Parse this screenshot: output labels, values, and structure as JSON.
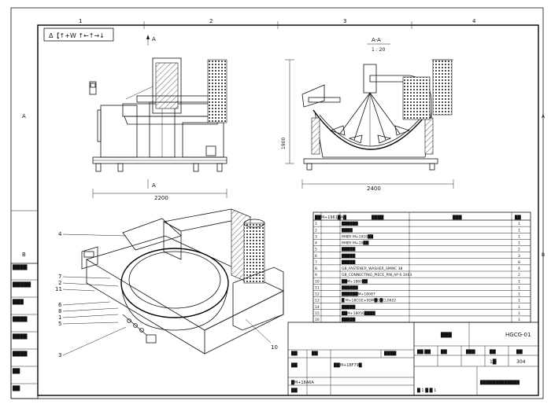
{
  "grid": {
    "top": [
      "1",
      "2",
      "3",
      "4"
    ],
    "left": [
      "A",
      "B"
    ],
    "right": [
      "A",
      "B"
    ]
  },
  "top_note": "Δ【↑+W ↑←↑→↓",
  "views": {
    "front": {
      "section_a_top": "A",
      "section_a_bottom": "A",
      "width_dim": "2200"
    },
    "side": {
      "section_title": "A-A",
      "scale": "1 : 20",
      "height_dim": "1900",
      "width_dim": "2400"
    }
  },
  "leaders": [
    "4",
    "7",
    "2",
    "11",
    "6",
    "8",
    "1",
    "5",
    "3",
    "10"
  ],
  "left_strip": [
    "████",
    "█████",
    "███",
    "████",
    "████",
    "████",
    "██",
    "██"
  ],
  "bom": {
    "headers": [
      "██M+1961█A█",
      "████",
      "███",
      "██"
    ],
    "rows": [
      [
        "1",
        "██████",
        "1"
      ],
      [
        "2",
        "████",
        "1"
      ],
      [
        "3",
        "RMBY M+1910██",
        "1"
      ],
      [
        "4",
        "RMBY M+10██",
        "1"
      ],
      [
        "5",
        "█████",
        "2"
      ],
      [
        "6",
        "█████",
        "3"
      ],
      [
        "7",
        "█████",
        "8"
      ],
      [
        "8",
        "GB_FASTENER_WASHER_SMWC 38",
        "4"
      ],
      [
        "9",
        "GB_CONNECTING_PIECE_PIN_AP 6.3X63",
        "2"
      ],
      [
        "10",
        "██M+1860██",
        "1"
      ],
      [
        "11",
        "██████",
        "1"
      ],
      [
        "12",
        "██████M+18087",
        "1"
      ],
      [
        "13",
        "█ M+18CGE+0DM█D█CL0622",
        "1"
      ],
      [
        "14",
        "█████",
        "1"
      ],
      [
        "15",
        "██M+18056████",
        "1"
      ],
      [
        "16",
        "█████",
        "1"
      ]
    ]
  },
  "title_block": {
    "drawing_no": "HGCG-01",
    "name_label": "███",
    "code_label": "██",
    "qty_label": "██",
    "material_label": "██",
    "qty_value": "1█",
    "material_value": "304",
    "design_label": "██",
    "design_value": "██M+18F79█",
    "check_label": "██",
    "std_label": "███",
    "date_label": "██",
    "rev_label": "██",
    "signature": "████",
    "scale_label": "██ ██",
    "approve_label": "██",
    "approve_value": "█M+18A6A",
    "process_label": "██",
    "sheets": "█ 1 █ █ 1",
    "sheet_no": "█ 1 █ 1",
    "company": "█████████████"
  }
}
